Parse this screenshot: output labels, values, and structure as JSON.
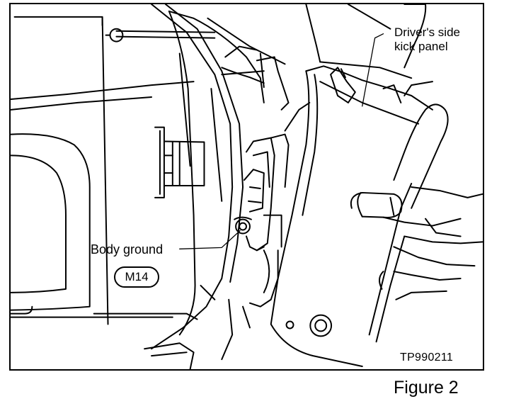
{
  "callouts": {
    "kick_panel_line1": "Driver's side",
    "kick_panel_line2": "kick panel",
    "body_ground": "Body ground",
    "connector_id": "M14"
  },
  "figure_code": "TP990211",
  "caption": "Figure 2"
}
